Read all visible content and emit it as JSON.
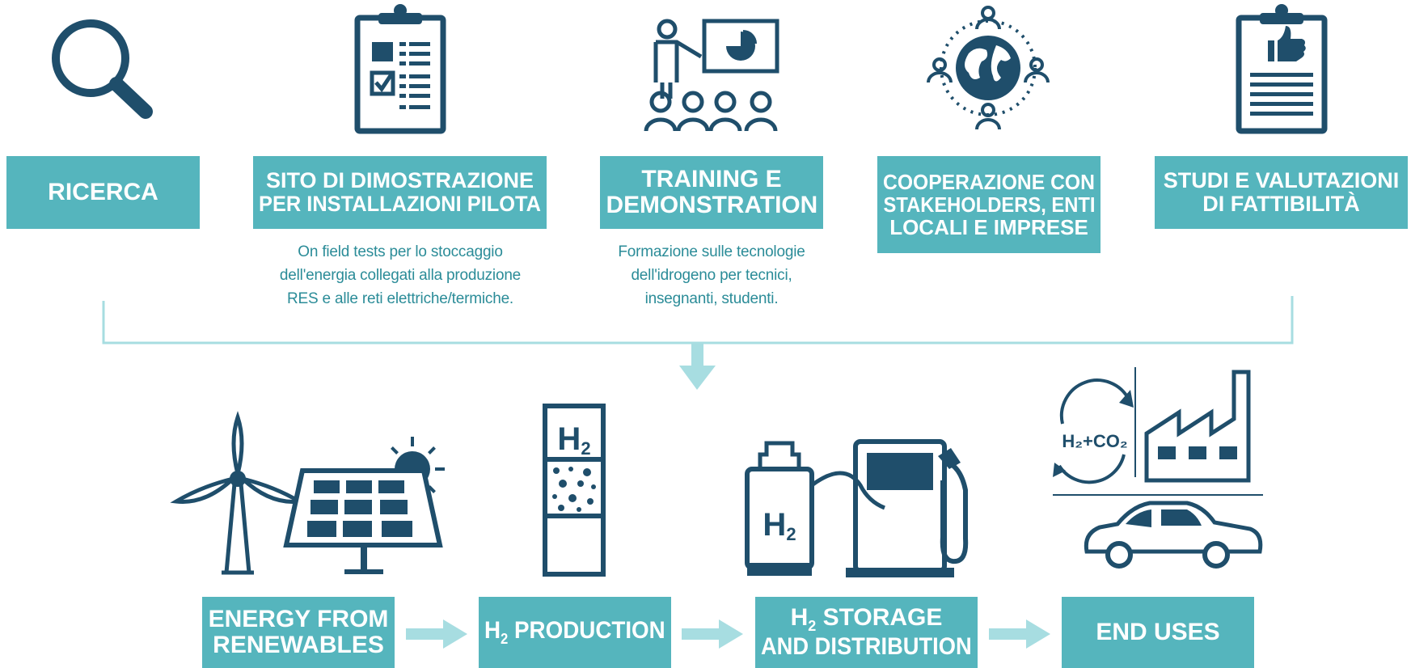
{
  "colors": {
    "accent": "#55b5bd",
    "dark": "#1f4e6b",
    "text_teal": "#2b8c98",
    "light": "#a7dde1"
  },
  "top_items": [
    {
      "id": "ricerca",
      "icon": "magnifier-icon",
      "line1": "RICERCA",
      "line2": "",
      "line3": "",
      "desc": []
    },
    {
      "id": "sito",
      "icon": "clipboard-checklist-icon",
      "line1": "SITO DI DIMOSTRAZIONE",
      "line2": "PER INSTALLAZIONI PILOTA",
      "line3": "",
      "desc": [
        "On field tests per lo stoccaggio",
        "dell'energia collegati alla produzione",
        "RES e alle reti elettriche/termiche."
      ]
    },
    {
      "id": "training",
      "icon": "presentation-icon",
      "line1": "TRAINING E",
      "line2": "DEMONSTRATION",
      "line3": "",
      "desc": [
        "Formazione sulle tecnologie",
        "dell'idrogeno per tecnici,",
        "insegnanti, studenti."
      ]
    },
    {
      "id": "cooperazione",
      "icon": "globe-network-icon",
      "line1": "COOPERAZIONE CON",
      "line2": "STAKEHOLDERS, ENTI",
      "line3": "LOCALI E IMPRESE",
      "desc": []
    },
    {
      "id": "studi",
      "icon": "clipboard-thumbs-up-icon",
      "line1": "STUDI E VALUTAZIONI",
      "line2": "DI FATTIBILITÀ",
      "line3": "",
      "desc": []
    }
  ],
  "bottom_items": [
    {
      "id": "energy",
      "icon": "wind-solar-icon",
      "line1": "ENERGY FROM",
      "line2": "RENEWABLES"
    },
    {
      "id": "production",
      "icon": "h2-electrolyzer-icon",
      "prefix": "H",
      "sub": "2",
      "line1": " PRODUCTION",
      "line2": ""
    },
    {
      "id": "storage",
      "icon": "h2-fuel-pump-icon",
      "prefix": "H",
      "sub": "2",
      "line1": " STORAGE",
      "line2": "AND DISTRIBUTION"
    },
    {
      "id": "enduses",
      "icon": "factory-car-icon",
      "line1": "END USES",
      "line2": ""
    }
  ],
  "icon_labels": {
    "h2": "H",
    "h2_sub": "2",
    "h2co2": "H₂+CO₂"
  }
}
